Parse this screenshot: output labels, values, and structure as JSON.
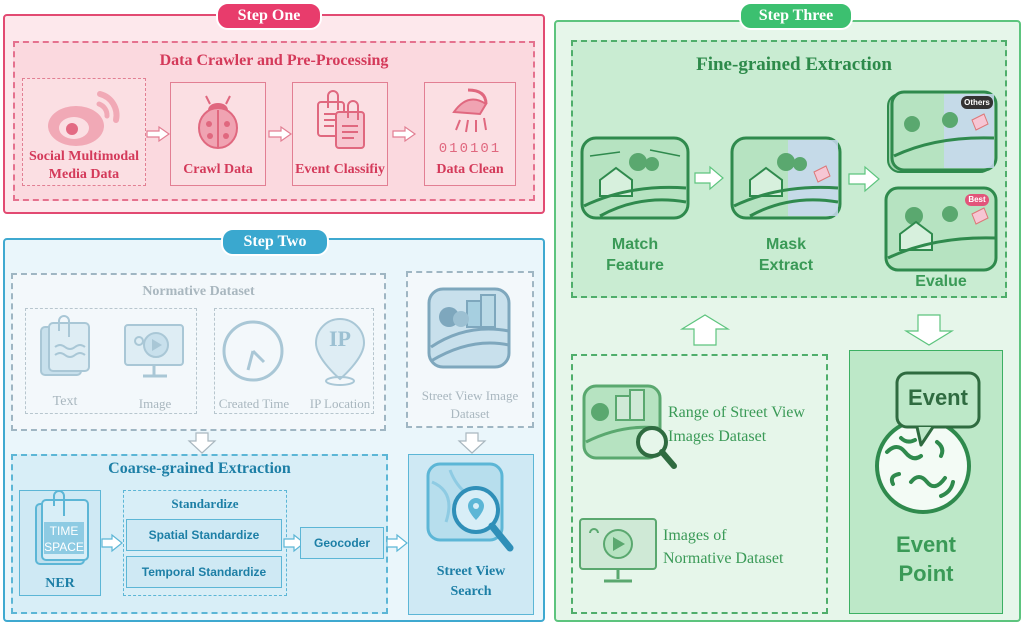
{
  "step_one": {
    "tag": "Step One",
    "title": "Data Crawler and Pre-Processing",
    "items": [
      "Social Multimodal Media Data",
      "Crawl Data",
      "Event Classifiy",
      "Data Clean"
    ],
    "item_lines": [
      [
        "Social Multimodal",
        "Media Data"
      ],
      [
        "Crawl Data"
      ],
      [
        "Event Classifiy"
      ],
      [
        "Data Clean"
      ]
    ],
    "clean_binary": "010101"
  },
  "step_two": {
    "tag": "Step Two",
    "normative_title": "Normative Dataset",
    "normative_items": [
      "Text",
      "Image",
      "Created Time",
      "IP Location"
    ],
    "ip_text": "IP",
    "street_view_lines": [
      "Street View Image",
      "Dataset"
    ],
    "coarse_title": "Coarse-grained Extraction",
    "ner_label": "NER",
    "ner_time": "TIME",
    "ner_space": "SPACE",
    "standardize_title": "Standardize",
    "spatial": "Spatial Standardize",
    "temporal": "Temporal Standardize",
    "geocoder": "Geocoder",
    "search_lines": [
      "Street View",
      "Search"
    ]
  },
  "step_three": {
    "tag": "Step Three",
    "fine_title": "Fine-grained Extraction",
    "match_lines": [
      "Match",
      "Feature"
    ],
    "mask_lines": [
      "Mask",
      "Extract"
    ],
    "others_badge": "Others",
    "best_badge": "Best",
    "evalue": "Evalue",
    "range_lines": [
      "Range of Street View",
      "Images Dataset"
    ],
    "images_lines": [
      "Images of",
      "Normative Dataset"
    ],
    "event_bubble": "Event",
    "event_point_lines": [
      "Event",
      "Point"
    ]
  },
  "colors": {
    "step_one_accent": "#e8396b",
    "step_two_accent": "#3aa8cf",
    "step_three_accent": "#39b86a"
  }
}
